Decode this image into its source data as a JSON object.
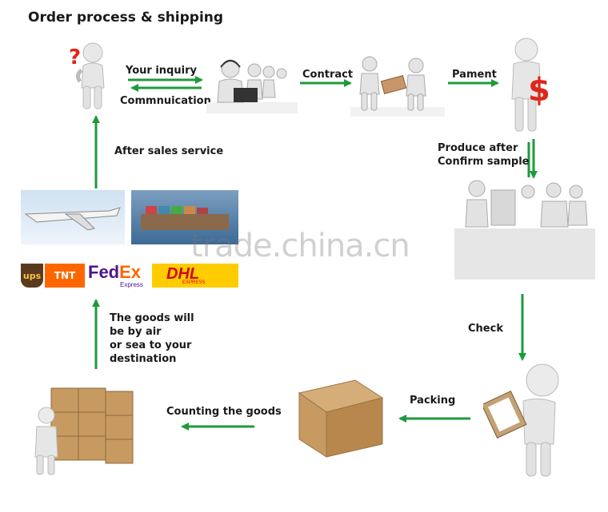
{
  "title": "Order process & shipping",
  "steps": {
    "inquiry": "Your inquiry",
    "communication": "Commnuication",
    "contract": "Contract",
    "payment": "Pament",
    "produce": "Produce after\nConfirm sample",
    "check": "Check",
    "packing": "Packing",
    "counting": "Counting the goods",
    "shipping_note": "The goods will\nbe by air\nor sea to your\ndestination",
    "after_sales": "After sales service"
  },
  "question_mark": "?",
  "dollar_sign": "$",
  "watermark": "trade.china.cn",
  "carriers": {
    "ups": "ups",
    "tnt": "TNT",
    "fedex_fed": "Fed",
    "fedex_ex": "Ex",
    "fedex_sub": "Express",
    "dhl": "DHL",
    "dhl_sub": "EXPRESS"
  },
  "colors": {
    "arrow": "#1e9a3c",
    "fedex_purple": "#4d148c",
    "fedex_orange": "#ff6600",
    "dhl_yellow": "#ffcc00",
    "dhl_red": "#d40511",
    "ups_brown": "#5a3a1e",
    "tnt_orange": "#ff6600",
    "dollar_red": "#e0261b",
    "question_red": "#e0261b"
  },
  "icons": {
    "inquiry_figure": "person-question-icon",
    "call_center": "call-center-icon",
    "contract": "handshake-contract-icon",
    "payment": "person-dollar-icon",
    "production": "office-meeting-icon",
    "check": "person-clipboard-icon",
    "packing": "cardboard-box-icon",
    "counting": "stacked-boxes-icon",
    "shipping": "plane-ship-icon"
  }
}
